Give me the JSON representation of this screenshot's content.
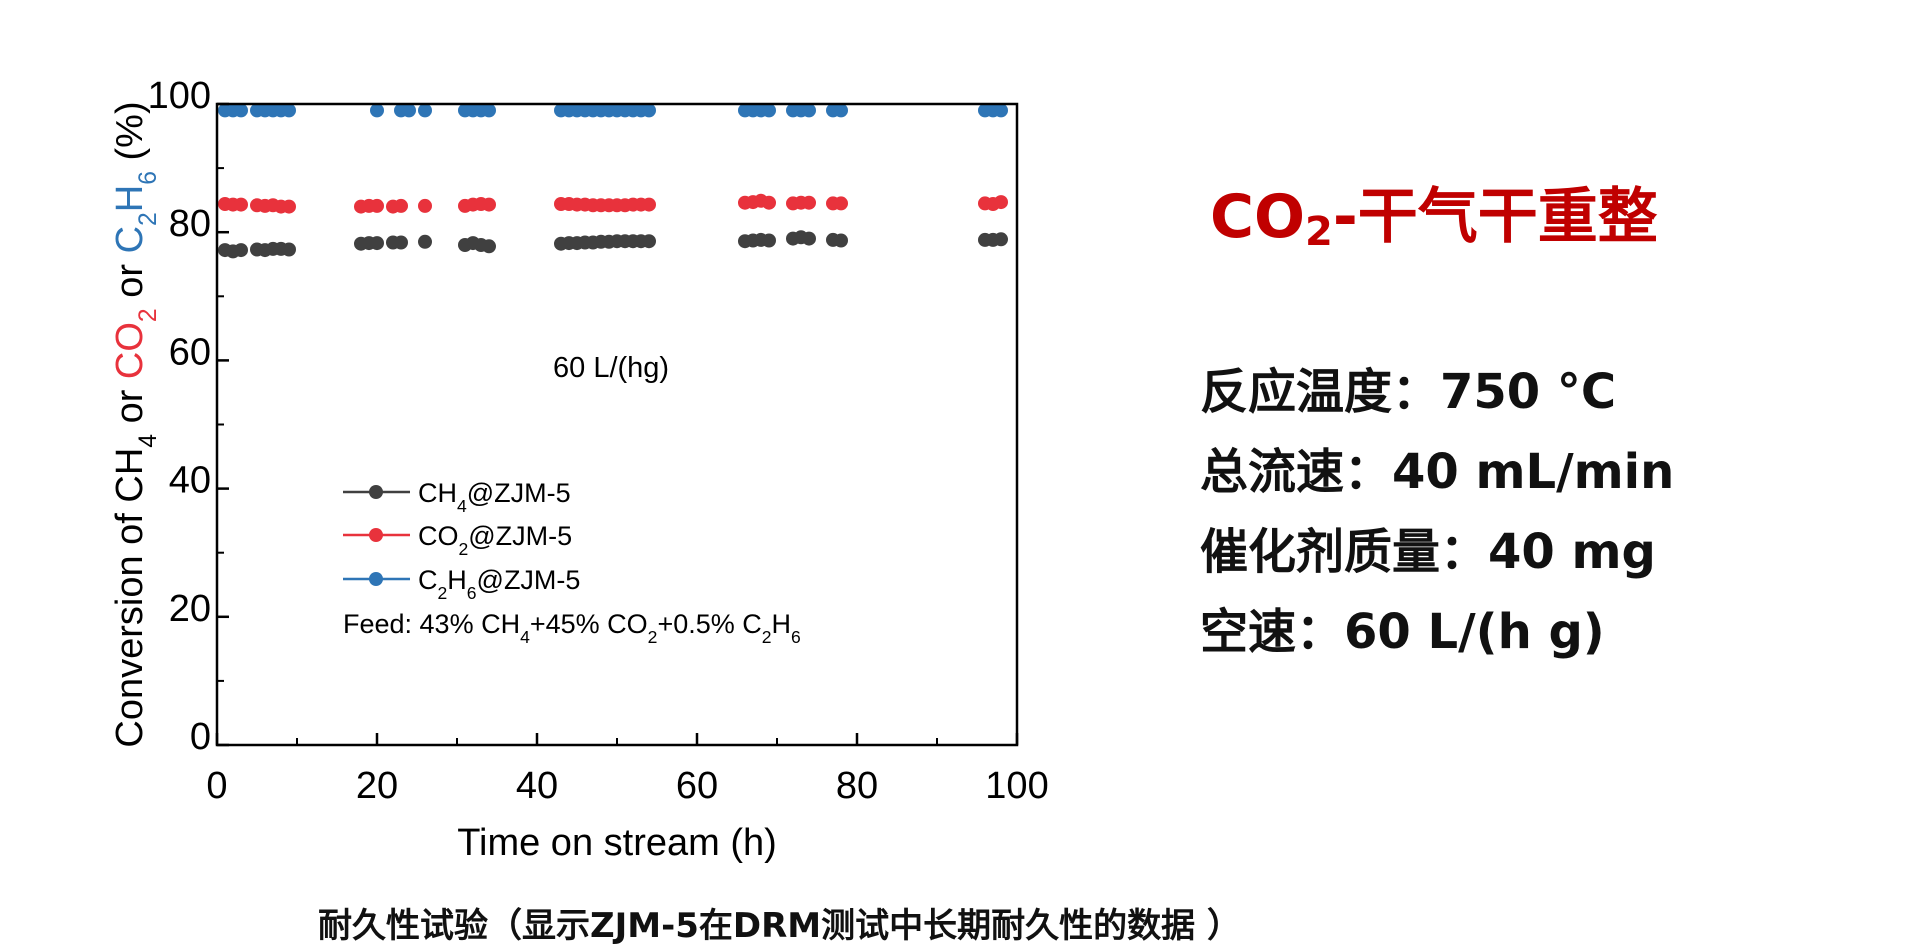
{
  "chart_data": {
    "type": "scatter",
    "xlabel": "Time on stream (h)",
    "ylabel_parts": [
      "Conversion of CH",
      "4",
      " or ",
      "CO",
      "2",
      " or ",
      "C",
      "2",
      "H",
      "6",
      " (%)"
    ],
    "xlim": [
      0,
      100
    ],
    "ylim": [
      0,
      100
    ],
    "x_ticks": [
      "0",
      "20",
      "40",
      "60",
      "80",
      "100"
    ],
    "y_ticks": [
      "0",
      "20",
      "40",
      "60",
      "80",
      "100"
    ],
    "grid": false,
    "legend_position": "lower-left inside",
    "annotation": "60 L/(hg)",
    "feed_parts": [
      "Feed: 43% CH",
      "4",
      "+45% CO",
      "2",
      "+0.5% C",
      "2",
      "H",
      "6"
    ],
    "series": [
      {
        "name_parts": [
          "CH",
          "4",
          "@ZJM-5"
        ],
        "color": "#404040",
        "x": [
          1,
          2,
          3,
          5,
          6,
          7,
          8,
          9,
          18,
          19,
          20,
          22,
          23,
          26,
          31,
          32,
          33,
          34,
          43,
          44,
          45,
          46,
          47,
          48,
          49,
          50,
          51,
          52,
          53,
          54,
          66,
          67,
          68,
          69,
          72,
          73,
          74,
          77,
          78,
          96,
          97,
          98
        ],
        "y": [
          77.2,
          77.0,
          77.2,
          77.3,
          77.2,
          77.4,
          77.4,
          77.3,
          78.2,
          78.3,
          78.3,
          78.4,
          78.4,
          78.5,
          78.0,
          78.3,
          78.0,
          77.8,
          78.2,
          78.3,
          78.3,
          78.4,
          78.4,
          78.5,
          78.5,
          78.6,
          78.6,
          78.6,
          78.6,
          78.6,
          78.6,
          78.7,
          78.8,
          78.7,
          79.0,
          79.2,
          79.0,
          78.8,
          78.7,
          78.8,
          78.8,
          78.9
        ]
      },
      {
        "name_parts": [
          "CO",
          "2",
          "@ZJM-5"
        ],
        "color": "#e8323c",
        "x": [
          1,
          2,
          3,
          5,
          6,
          7,
          8,
          9,
          18,
          19,
          20,
          22,
          23,
          26,
          31,
          32,
          33,
          34,
          43,
          44,
          45,
          46,
          47,
          48,
          49,
          50,
          51,
          52,
          53,
          54,
          66,
          67,
          68,
          69,
          72,
          73,
          74,
          77,
          78,
          96,
          97,
          98
        ],
        "y": [
          84.4,
          84.3,
          84.3,
          84.2,
          84.1,
          84.2,
          84.0,
          84.0,
          84.0,
          84.1,
          84.1,
          84.0,
          84.1,
          84.1,
          84.1,
          84.3,
          84.4,
          84.3,
          84.4,
          84.4,
          84.3,
          84.3,
          84.2,
          84.2,
          84.2,
          84.2,
          84.2,
          84.3,
          84.3,
          84.3,
          84.6,
          84.7,
          84.9,
          84.6,
          84.5,
          84.6,
          84.6,
          84.5,
          84.5,
          84.5,
          84.4,
          84.7
        ]
      },
      {
        "name_parts": [
          "C",
          "2",
          "H",
          "6",
          "@ZJM-5"
        ],
        "color": "#2e75b6",
        "x": [
          1,
          2,
          3,
          5,
          6,
          7,
          8,
          9,
          20,
          23,
          24,
          26,
          31,
          32,
          33,
          34,
          43,
          44,
          45,
          46,
          47,
          48,
          49,
          50,
          51,
          52,
          53,
          54,
          66,
          67,
          68,
          69,
          72,
          73,
          74,
          77,
          78,
          96,
          97,
          98
        ],
        "y": [
          99,
          99,
          99,
          99,
          99,
          99,
          99,
          99,
          99,
          99,
          99,
          99,
          99,
          99,
          99,
          99,
          99,
          99,
          99,
          99,
          99,
          99,
          99,
          99,
          99,
          99,
          99,
          99,
          99,
          99,
          99,
          99,
          99,
          99,
          99,
          99,
          99,
          99,
          99,
          99
        ]
      }
    ]
  },
  "panel": {
    "title_main": "CO",
    "title_sub": "2",
    "title_rest": "-干气干重整",
    "conditions": [
      "反应温度：750 °C",
      "总流速：40 mL/min",
      "催化剂质量：40 mg",
      "空速：60 L/(h g)"
    ]
  },
  "caption": "耐久性试验（显示ZJM-5在DRM测试中长期耐久性的数据 ）"
}
